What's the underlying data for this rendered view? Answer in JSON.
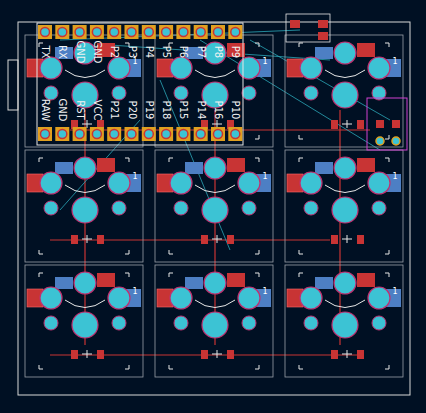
{
  "diagram": {
    "labels": [
      "TX",
      "RX",
      "GND",
      "GND",
      "P2",
      "P3",
      "P4",
      "P5",
      "P6",
      "P7",
      "P8",
      "P9",
      "RAW",
      "GND",
      "RST",
      "VCC",
      "P21",
      "P20",
      "P19",
      "P18",
      "P15",
      "P14",
      "P16",
      "P10",
      "1",
      "1",
      "1",
      "1",
      "1",
      "1",
      "1",
      "1",
      "1"
    ]
  }
}
